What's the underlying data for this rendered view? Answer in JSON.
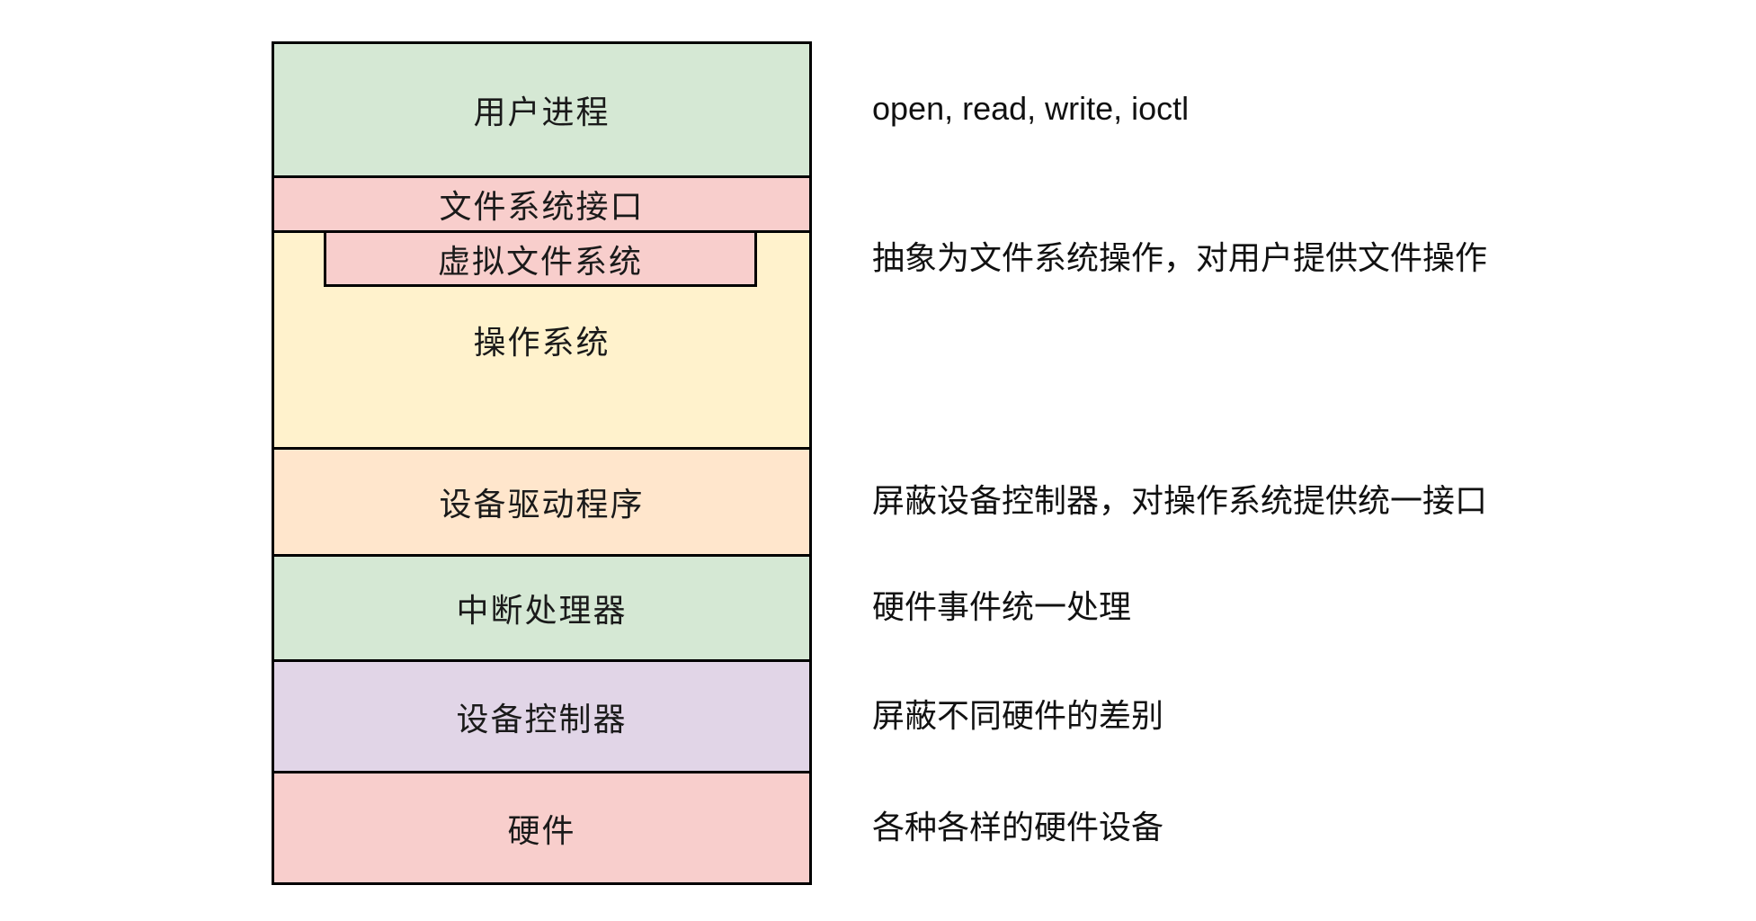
{
  "diagram": {
    "background": "#ffffff",
    "stroke": "#000000",
    "text_color": "#1a1a1a",
    "layers": [
      {
        "id": "user-process",
        "label": "用户进程",
        "color": "#d5e8d4"
      },
      {
        "id": "fs-interface",
        "label": "文件系统接口",
        "color": "#f8cecc"
      },
      {
        "id": "vfs",
        "label": "虚拟文件系统",
        "color": "#f8cecc"
      },
      {
        "id": "os",
        "label": "操作系统",
        "color": "#fff2cc"
      },
      {
        "id": "device-driver",
        "label": "设备驱动程序",
        "color": "#ffe6cc"
      },
      {
        "id": "interrupt-handler",
        "label": "中断处理器",
        "color": "#d5e8d4"
      },
      {
        "id": "device-controller",
        "label": "设备控制器",
        "color": "#e1d5e7"
      },
      {
        "id": "hardware",
        "label": "硬件",
        "color": "#f8cecc"
      }
    ],
    "annotations": [
      {
        "id": "syscalls",
        "text": "open, read, write, ioctl"
      },
      {
        "id": "vfs-note",
        "text": "抽象为文件系统操作，对用户提供文件操作"
      },
      {
        "id": "driver-note",
        "text": "屏蔽设备控制器，对操作系统提供统一接口"
      },
      {
        "id": "interrupt-note",
        "text": "硬件事件统一处理"
      },
      {
        "id": "controller-note",
        "text": "屏蔽不同硬件的差别"
      },
      {
        "id": "hardware-note",
        "text": "各种各样的硬件设备"
      }
    ]
  }
}
